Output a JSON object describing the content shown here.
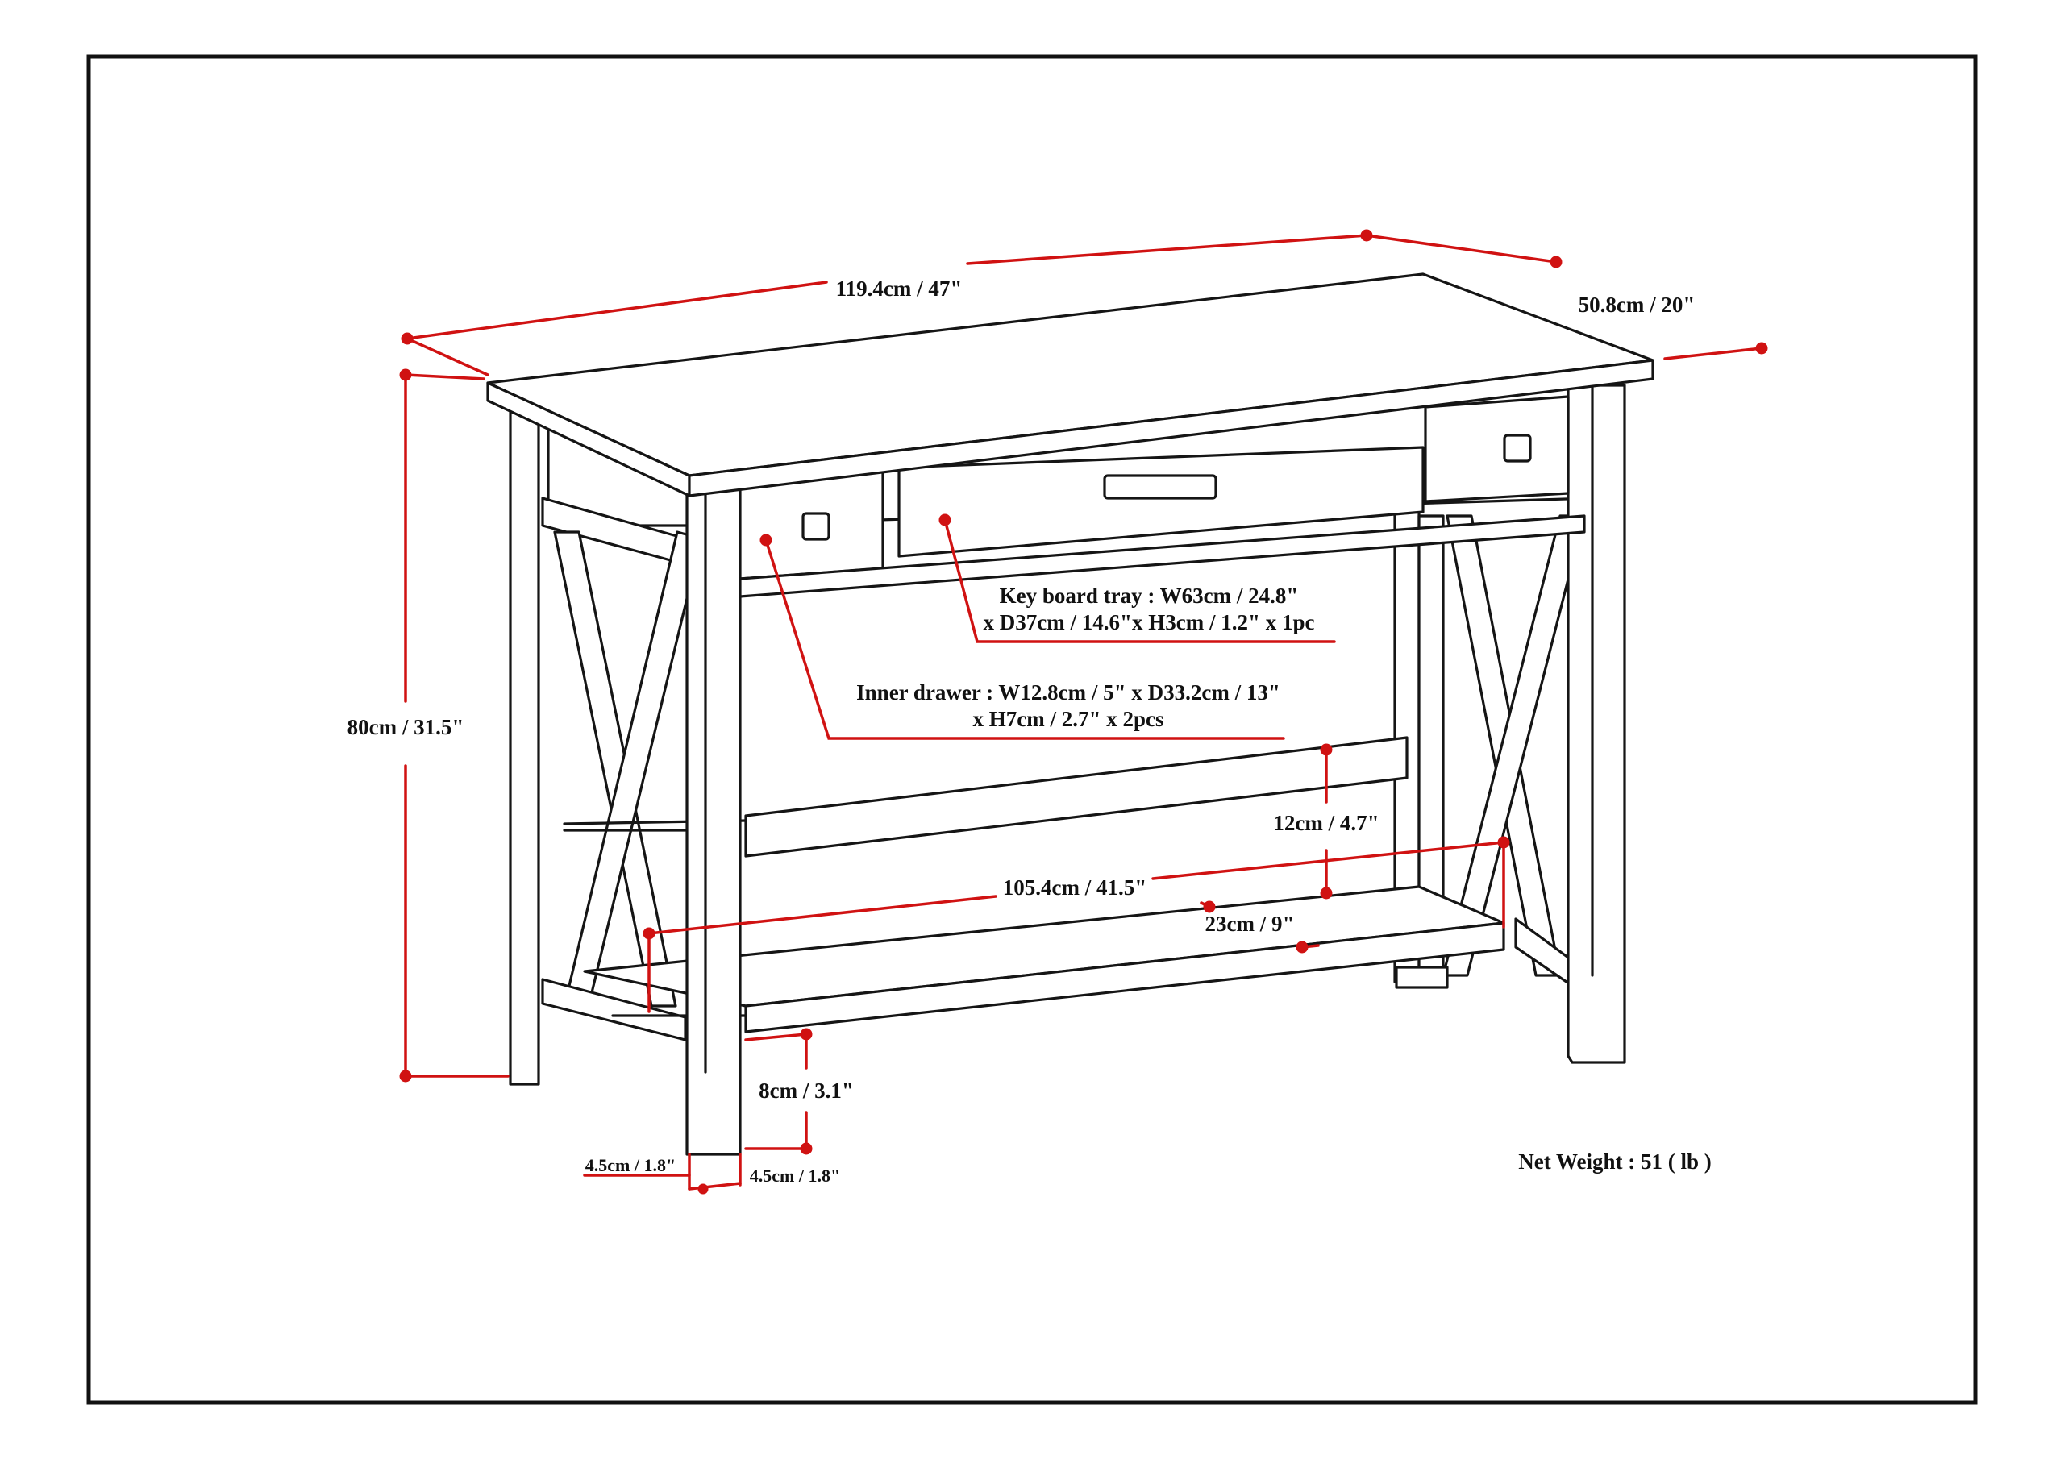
{
  "colors": {
    "dimension": "#d01212",
    "outline": "#151515",
    "frame": "#111111",
    "background": "#ffffff"
  },
  "dimensions": {
    "width": "119.4cm / 47\"",
    "depth": "50.8cm / 20\"",
    "height": "80cm / 31.5\"",
    "shelf_width": "105.4cm / 41.5\"",
    "shelf_depth": "23cm / 9\"",
    "shelf_gap": "12cm / 4.7\"",
    "shelf_clearance": "8cm / 3.1\"",
    "leg_width_left": "4.5cm / 1.8\"",
    "leg_width_right": "4.5cm / 1.8\""
  },
  "callouts": {
    "keyboard_tray_line1": "Key board tray : W63cm / 24.8\"",
    "keyboard_tray_line2": "x D37cm / 14.6\"x H3cm / 1.2\" x 1pc",
    "inner_drawer_line1": "Inner drawer : W12.8cm / 5\" x D33.2cm / 13\"",
    "inner_drawer_line2": "x H7cm / 2.7\" x 2pcs"
  },
  "net_weight": "Net Weight : 51 ( lb )"
}
